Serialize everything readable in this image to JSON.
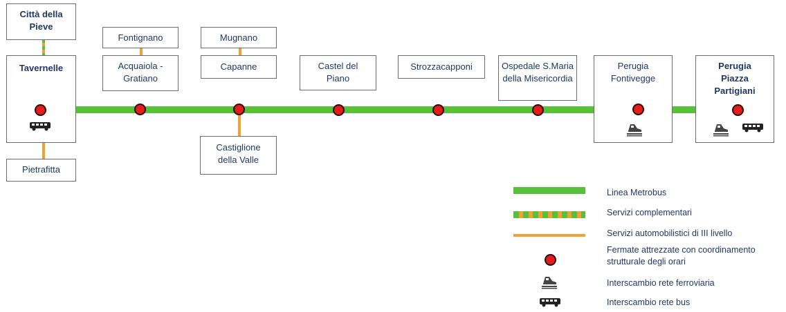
{
  "stations": {
    "citta_pieve": "Città della Pieve",
    "tavernelle": "Tavernelle",
    "pietrafitta": "Pietrafitta",
    "fontignano": "Fontignano",
    "acquaiola": "Acquaiola - Gratiano",
    "mugnano": "Mugnano",
    "capanne": "Capanne",
    "castiglione": "Castiglione della Valle",
    "castel_piano": "Castel del Piano",
    "strozzacapponi": "Strozzacapponi",
    "ospedale": "Ospedale S.Maria della Misericordia",
    "fontivegge": "Perugia Fontivegge",
    "partigiani": "Perugia Piazza Partigiani"
  },
  "legend": {
    "metrobus": "Linea Metrobus",
    "complementari": "Servizi complementari",
    "automobilistici": "Servizi automobilistici di III livello",
    "fermate": "Fermate attrezzate con coordinamento strutturale degli orari",
    "ferroviaria": "Interscambio rete ferroviaria",
    "bus": "Interscambio rete bus"
  },
  "colors": {
    "metrobus": "#59c03c",
    "feeder": "#f0a035",
    "stop": "#e41c1c",
    "text": "#1f3864"
  }
}
